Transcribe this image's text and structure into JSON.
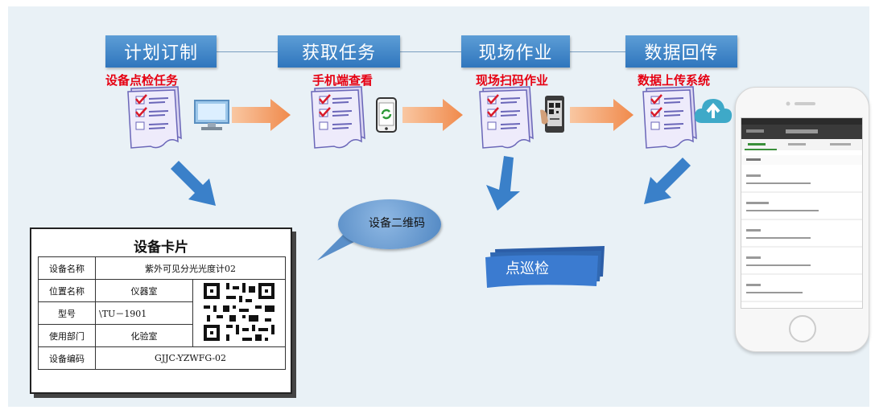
{
  "stages": [
    {
      "title": "计划订制",
      "subtitle": "设备点检任务"
    },
    {
      "title": "获取任务",
      "subtitle": "手机端查看"
    },
    {
      "title": "现场作业",
      "subtitle": "现场扫码作业"
    },
    {
      "title": "数据回传",
      "subtitle": "数据上传系统"
    }
  ],
  "card": {
    "title": "设备卡片",
    "rows": [
      {
        "label": "设备名称",
        "value": "紫外可见分光光度计02"
      },
      {
        "label": "位置名称",
        "value": "仪器室"
      },
      {
        "label": "型号",
        "value": "\\TU－1901"
      },
      {
        "label": "使用部门",
        "value": "化验室"
      },
      {
        "label": "设备编码",
        "value": "GJJC-YZWFG-02"
      }
    ]
  },
  "callout": "设备二维码",
  "patrol_label": "点巡检",
  "colors": {
    "stage_blue": "#2f76bd",
    "subtitle_red": "#e60012",
    "arrow_orange": "#f6a46c",
    "arrow_blue": "#3a80c9",
    "phone_green": "#3a8f3a"
  },
  "icons": [
    "checklist-icon",
    "computer-icon",
    "smartphone-icon",
    "qr-scan-phone-icon",
    "cloud-upload-icon",
    "qr-code-icon"
  ]
}
